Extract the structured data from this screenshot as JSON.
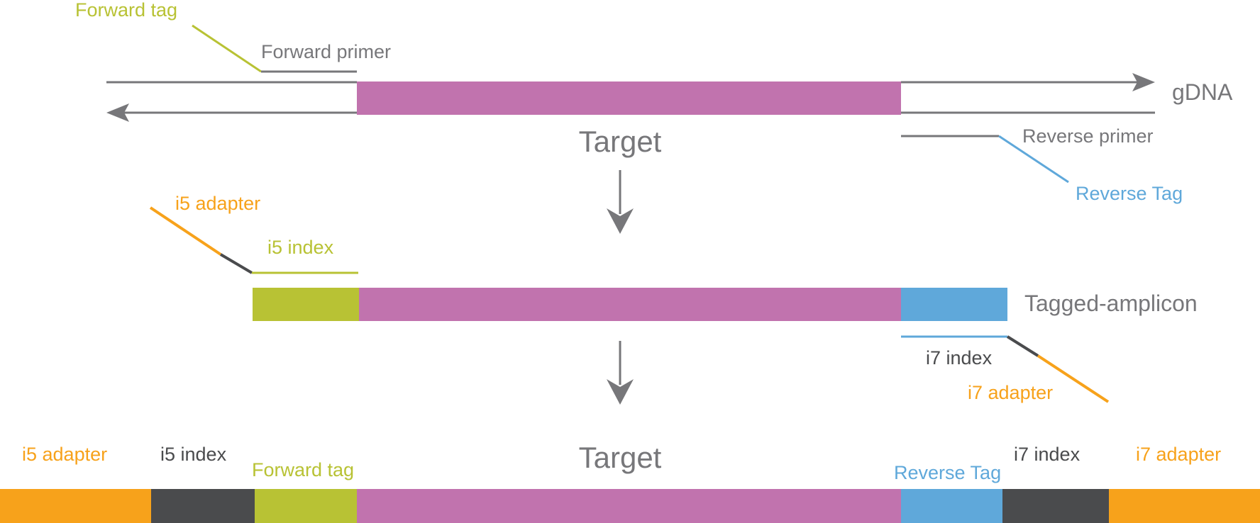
{
  "colors": {
    "gray": "#77777a",
    "dark": "#4a4b4d",
    "magenta": "#c173ae",
    "green": "#b8c234",
    "blue": "#5fa8da",
    "orange": "#f7a21b"
  },
  "step1": {
    "forward_tag": "Forward tag",
    "forward_primer": "Forward primer",
    "gdna": "gDNA",
    "target": "Target",
    "reverse_primer": "Reverse primer",
    "reverse_tag": "Reverse Tag"
  },
  "step2": {
    "i5_adapter": "i5 adapter",
    "i5_index": "i5 index",
    "tagged_amplicon": "Tagged-amplicon",
    "i7_index": "i7 index",
    "i7_adapter": "i7 adapter"
  },
  "step3": {
    "i5_adapter": "i5 adapter",
    "i5_index": "i5 index",
    "forward_tag": "Forward tag",
    "target": "Target",
    "reverse_tag": "Reverse Tag",
    "i7_index": "i7 index",
    "i7_adapter": "i7 adapter"
  }
}
